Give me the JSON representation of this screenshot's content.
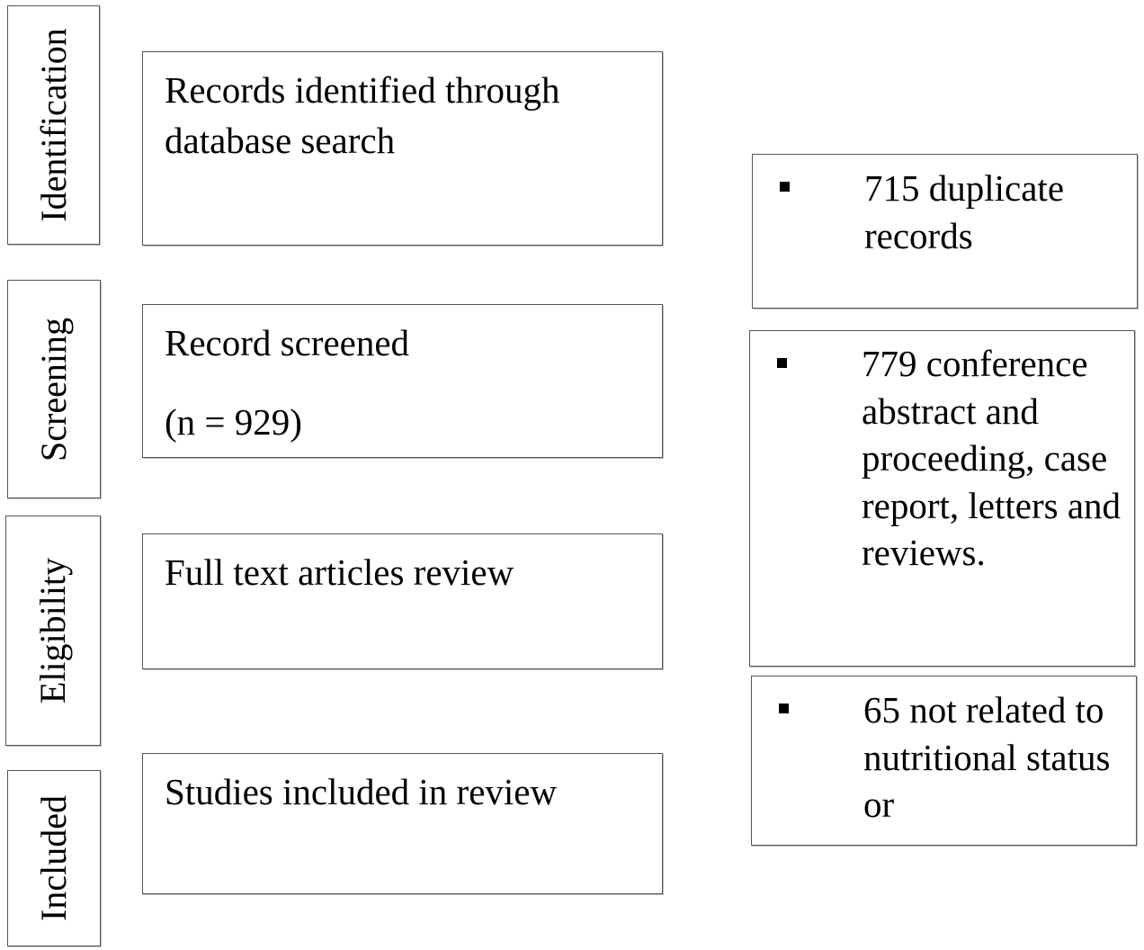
{
  "stages": {
    "identification": "Identification",
    "screening": "Screening",
    "eligibility": "Eligibility",
    "included": "Included"
  },
  "flow": {
    "records_identified": "Records identified through database search",
    "records_screened": "Record screened",
    "screened_count": "(n = 929)",
    "full_text_review": "Full text articles review",
    "studies_included": "Studies included in review"
  },
  "exclusions": {
    "duplicates": "715 duplicate records",
    "conference": "779 conference abstract and proceeding, case report, letters and reviews.",
    "not_related": "65 not related to nutritional status or"
  },
  "icons": {
    "bullet": "black-square-bullet"
  },
  "colors": {
    "border": "#555555",
    "text": "#000000",
    "background": "#ffffff"
  }
}
